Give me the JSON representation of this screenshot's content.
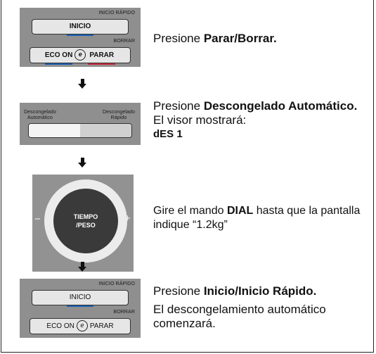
{
  "steps": [
    {
      "panel": {
        "top_label": "INICIO RÁPIDO",
        "start_button": "INICIO",
        "middle_label": "BORRAR",
        "eco_label": "ECO ON",
        "eco_symbol": "e",
        "stop_label": "PARAR"
      },
      "text_plain": "Presione ",
      "text_bold": "Parar/Borrar."
    },
    {
      "panel": {
        "left_label_line1": "Descongelado",
        "left_label_line2": "Automático",
        "right_label_line1": "Descongelado",
        "right_label_line2": "Rápido"
      },
      "text_plain": "Presione ",
      "text_bold": "Descongelado Automático.",
      "text_after": " El visor mostrará:",
      "display_value": "dES 1"
    },
    {
      "dial": {
        "line1": "TIEMPO",
        "line2": "/PESO",
        "minus": "−",
        "plus": "+"
      },
      "text_plain": "Gire el mando ",
      "text_bold": "DIAL",
      "text_after": "  hasta que la pantalla indique “1.2kg”"
    },
    {
      "panel": {
        "top_label": "INICIO RÁPIDO",
        "start_button": "INICIO",
        "middle_label": "BORRAR",
        "eco_label": "ECO ON",
        "eco_symbol": "e",
        "stop_label": "PARAR"
      },
      "text_plain": "Presione ",
      "text_bold": "Inicio/Inicio Rápido.",
      "text_line2": "El descongelamiento automático comenzará."
    }
  ],
  "colors": {
    "panel_gray": "#8f8f8f",
    "button_fill": "#e6e6e6",
    "start_underline": "#1a5fb0",
    "stop_underline": "#c8283c"
  },
  "icons": [
    "down-arrow-icon",
    "eco-icon"
  ]
}
